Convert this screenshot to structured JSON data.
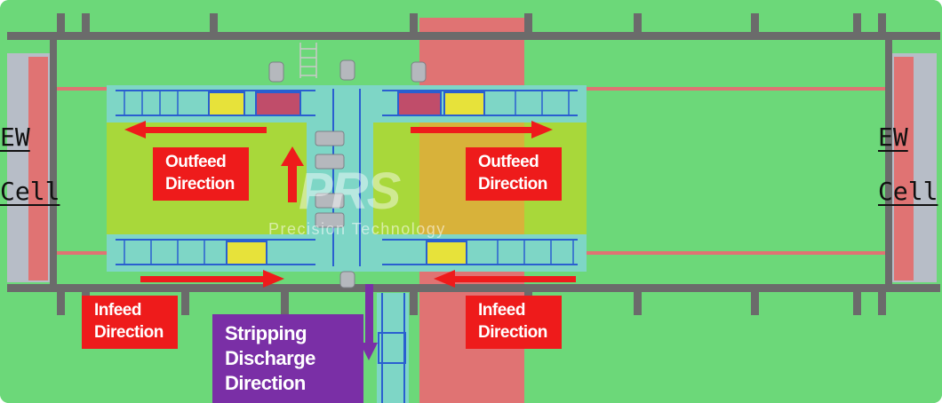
{
  "labels": {
    "outfeed_left": [
      "Outfeed",
      "Direction"
    ],
    "outfeed_right": [
      "Outfeed",
      "Direction"
    ],
    "infeed_left": [
      "Infeed",
      "Direction"
    ],
    "infeed_right": [
      "Infeed",
      "Direction"
    ],
    "stripping": [
      "Stripping",
      "Discharge",
      "Direction"
    ],
    "ew_left": [
      "EW",
      "Cell"
    ],
    "ew_right": [
      "EW",
      "Cell"
    ]
  },
  "watermark": {
    "logo": "PRS",
    "tagline": "Precision Technology"
  },
  "colors": {
    "floor_green": "#6cd879",
    "zone_lime": "#a8d83a",
    "zone_pink": "#e07373",
    "conveyor_teal": "#7ed6c6",
    "arrow_red": "#ee1b1b",
    "label_red": "#ee1b1b",
    "discharge_purple": "#7a2fa6",
    "wall_grey": "#6b6b6b"
  }
}
